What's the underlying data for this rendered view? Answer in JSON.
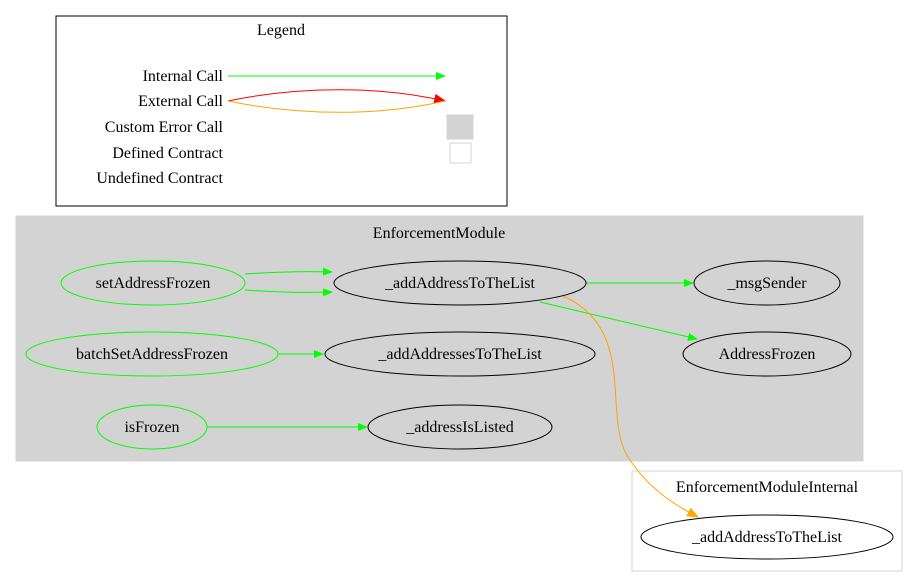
{
  "legend": {
    "title": "Legend",
    "items": {
      "internal_call": "Internal Call",
      "external_call": "External Call",
      "custom_error_call": "Custom Error Call",
      "defined_contract": "Defined Contract",
      "undefined_contract": "Undefined Contract"
    }
  },
  "clusters": {
    "enforcement_module": {
      "label": "EnforcementModule",
      "nodes": {
        "set_address_frozen": "setAddressFrozen",
        "batch_set_address_frozen": "batchSetAddressFrozen",
        "is_frozen": "isFrozen",
        "add_address_to_the_list": "_addAddressToTheList",
        "add_addresses_to_the_list": "_addAddressesToTheList",
        "address_is_listed": "_addressIsListed",
        "msg_sender": "_msgSender",
        "address_frozen": "AddressFrozen"
      }
    },
    "enforcement_module_internal": {
      "label": "EnforcementModuleInternal",
      "nodes": {
        "add_address_to_the_list": "_addAddressToTheList"
      }
    }
  },
  "edges": [
    {
      "from": "setAddressFrozen",
      "to": "_addAddressToTheList",
      "type": "internal"
    },
    {
      "from": "setAddressFrozen",
      "to": "_addAddressToTheList",
      "type": "internal"
    },
    {
      "from": "batchSetAddressFrozen",
      "to": "_addAddressesToTheList",
      "type": "internal"
    },
    {
      "from": "isFrozen",
      "to": "_addressIsListed",
      "type": "internal"
    },
    {
      "from": "_addAddressToTheList",
      "to": "_msgSender",
      "type": "internal"
    },
    {
      "from": "_addAddressToTheList",
      "to": "AddressFrozen",
      "type": "internal"
    },
    {
      "from": "_addAddressToTheList",
      "to": "EnforcementModuleInternal._addAddressToTheList",
      "type": "external"
    }
  ],
  "colors": {
    "internal": "#00ff00",
    "external_primary": "#ff0000",
    "external_secondary": "#ffa500",
    "cluster_fill": "#d3d3d3",
    "custom_error_fill": "#d3d3d3",
    "defined_contract_stroke": "#d3d3d3",
    "entry_node_stroke": "#00ff00",
    "node_stroke": "#000000"
  }
}
